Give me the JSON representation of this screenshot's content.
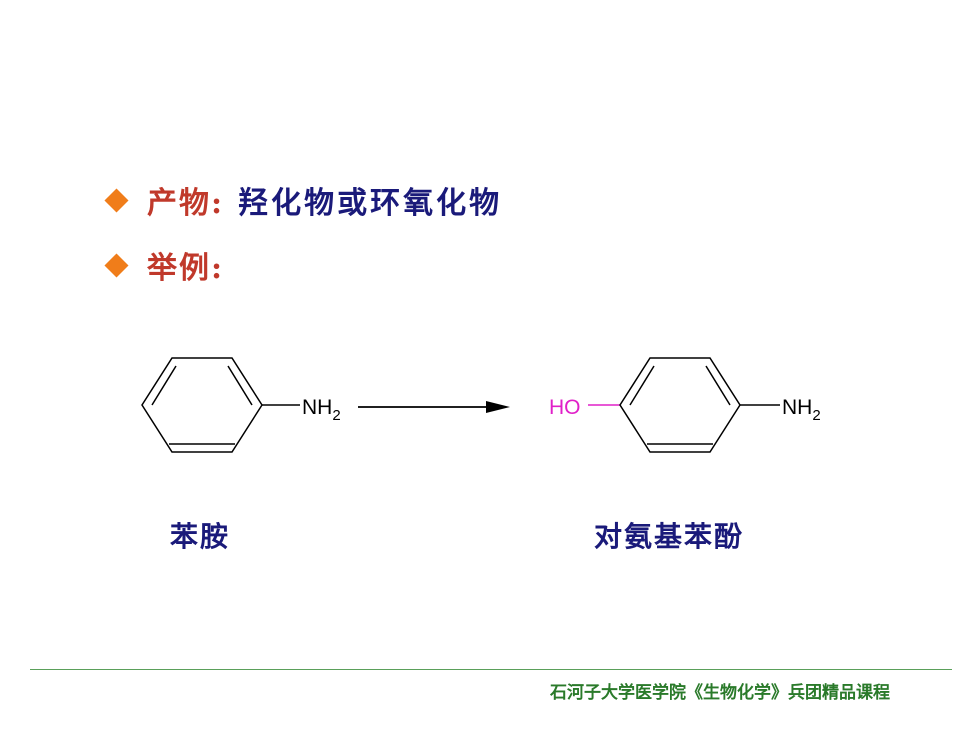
{
  "theme": {
    "accent": "#f07d1a",
    "label_color": "#c0392b",
    "text_color": "#1a1a7a",
    "hydroxyl_color": "#e020c8",
    "footer_color": "#2a7a2a",
    "footer_line_color": "#5aa05a"
  },
  "bullets": [
    {
      "icon": "diamond-bullet-icon",
      "label": "产物:",
      "value": "羟化物或环氧化物"
    },
    {
      "icon": "diamond-bullet-icon",
      "label": "举例:",
      "value": ""
    }
  ],
  "reaction": {
    "reactant": {
      "group": "NH",
      "subscript": "2",
      "name": "苯胺"
    },
    "product": {
      "prefix": "HO",
      "group": "NH",
      "subscript": "2",
      "name": "对氨基苯酚"
    },
    "arrow": "right-arrow-icon"
  },
  "footer": {
    "text": "石河子大学医学院《生物化学》兵团精品课程"
  }
}
